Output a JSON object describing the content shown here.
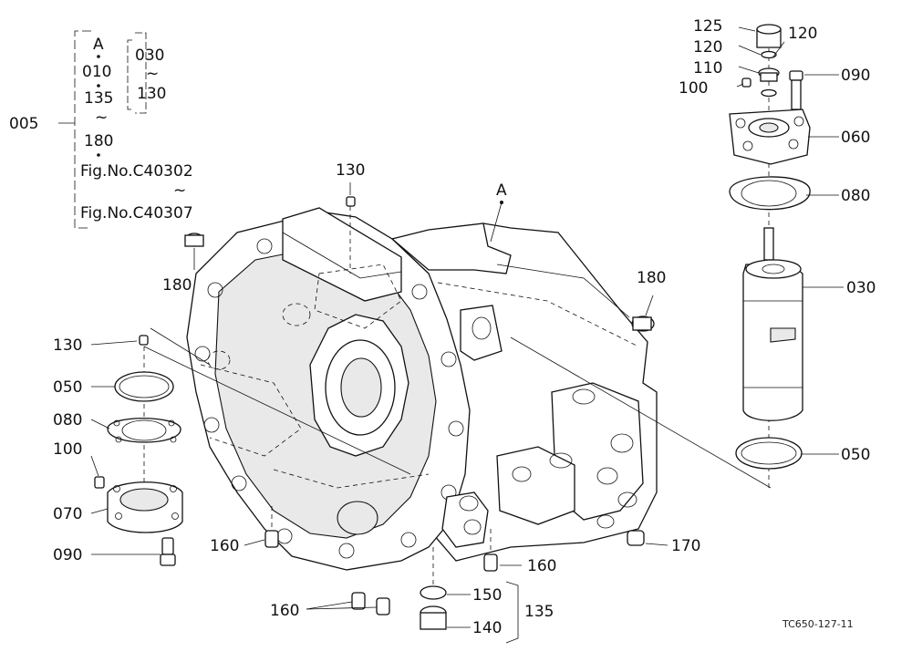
{
  "legend": {
    "a": "A",
    "r010": "010",
    "r135": "135",
    "tilde1": "~",
    "r180": "180",
    "fig1": "Fig.No.C40302",
    "tilde2": "~",
    "fig2": "Fig.No.C40307",
    "s030": "030",
    "tilde3": "~",
    "s130": "130",
    "group": "005"
  },
  "callouts": {
    "p125": "125",
    "p120a": "120",
    "p120b": "120",
    "p110": "110",
    "p100a": "100",
    "p090a": "090",
    "p060": "060",
    "p080a": "080",
    "p030": "030",
    "p050a": "050",
    "p130a": "130",
    "pA": "A",
    "p180a": "180",
    "p180b": "180",
    "p130b": "130",
    "p050b": "050",
    "p080b": "080",
    "p100b": "100",
    "p070": "070",
    "p090b": "090",
    "p160a": "160",
    "p160b": "160",
    "p160c": "160",
    "p170": "170",
    "p150": "150",
    "p140": "140",
    "p135": "135"
  },
  "figure_code": "TC650-127-11"
}
